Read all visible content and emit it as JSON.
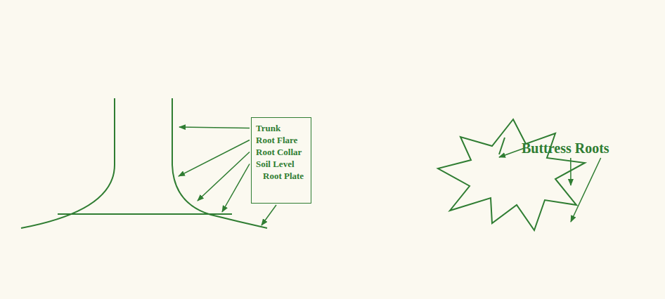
{
  "diagram": {
    "nodes": [
      {
        "text": [
          "Trunk",
          "Root Flare",
          "Root Collar",
          "Soil Level",
          "Root Plate"
        ]
      }
    ],
    "labels": [
      "Buttress Roots"
    ]
  }
}
